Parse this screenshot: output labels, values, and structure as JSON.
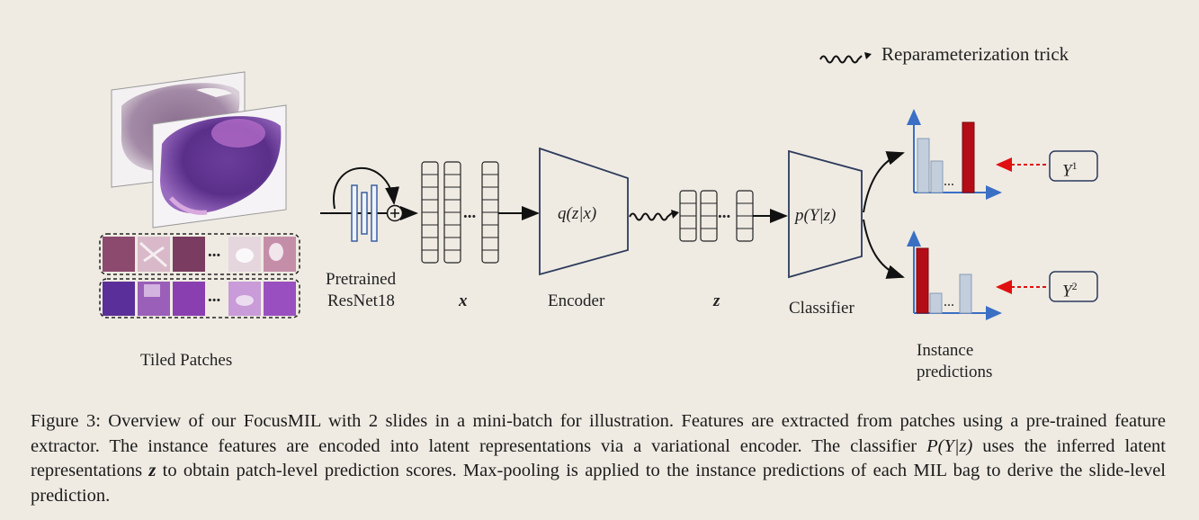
{
  "legend": {
    "reparam_label": "Reparameterization trick"
  },
  "labels": {
    "tiled_patches": "Tiled Patches",
    "pretrained_line1": "Pretrained",
    "pretrained_line2": "ResNet18",
    "x_symbol": "x",
    "encoder": "Encoder",
    "encoder_box": "q(z|x)",
    "z_symbol": "z",
    "classifier": "Classifier",
    "classifier_box": "p(Y|z)",
    "instance_line1": "Instance",
    "instance_line2": "predictions",
    "y1": "Y",
    "y1_sup": "1",
    "y2": "Y",
    "y2_sup": "2",
    "ellipsis": "..."
  },
  "caption": {
    "lead": "Figure 3: Overview of our FocusMIL with 2 slides in a mini-batch for illustration. Features are extracted from patches using a pre-trained feature extractor. The instance features are encoded into latent representations via a variational encoder. The classifier ",
    "formula": "P(Y|z)",
    "middle": " uses the inferred latent representations ",
    "z": "z",
    "tail": " to obtain patch-level prediction scores. Max-pooling is applied to the instance predictions of each MIL bag to derive the slide-level prediction."
  },
  "colors": {
    "background": "#efebe3",
    "trapezoid_stroke": "#2d3a5c",
    "axis": "#3a6fc4",
    "bar_light": "#c3cedd",
    "bar_red": "#b40d17",
    "arrow_red": "#e01010",
    "resnet_blue": "#3d5fa0"
  }
}
